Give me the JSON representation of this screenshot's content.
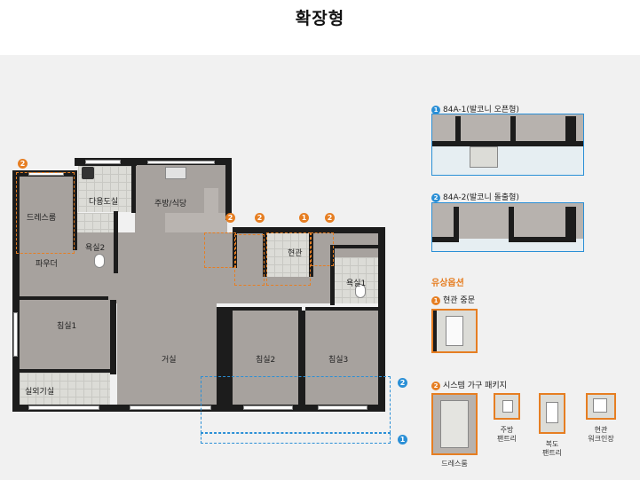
{
  "title": "확장형",
  "rooms": {
    "dress_room": "드레스룸",
    "utility": "다용도실",
    "kitchen": "주방/식당",
    "bath2": "욕실2",
    "powder": "파우더",
    "entrance": "현관",
    "bath1": "욕실1",
    "bedroom1": "침실1",
    "living": "거실",
    "bedroom2": "침실2",
    "bedroom3": "침실3",
    "outdoor_unit": "실외기실"
  },
  "badges": {
    "one": "1",
    "two": "2"
  },
  "legend": {
    "type1": "84A-1(발코니 오픈형)",
    "type2": "84A-2(발코니 돌출형)"
  },
  "options": {
    "heading": "유상옵션",
    "opt1": "현관 중문",
    "opt2": "시스템 가구 패키지",
    "items": {
      "dress": "드레스룸",
      "kitchen_pantry": "주방\n팬트리",
      "hall_pantry": "복도\n팬트리",
      "entrance_walkin": "현관\n워크인장"
    }
  },
  "colors": {
    "orange": "#e67e22",
    "blue": "#2a8fd6",
    "wall": "#1c1c1c",
    "floor": "#a7a29e"
  }
}
